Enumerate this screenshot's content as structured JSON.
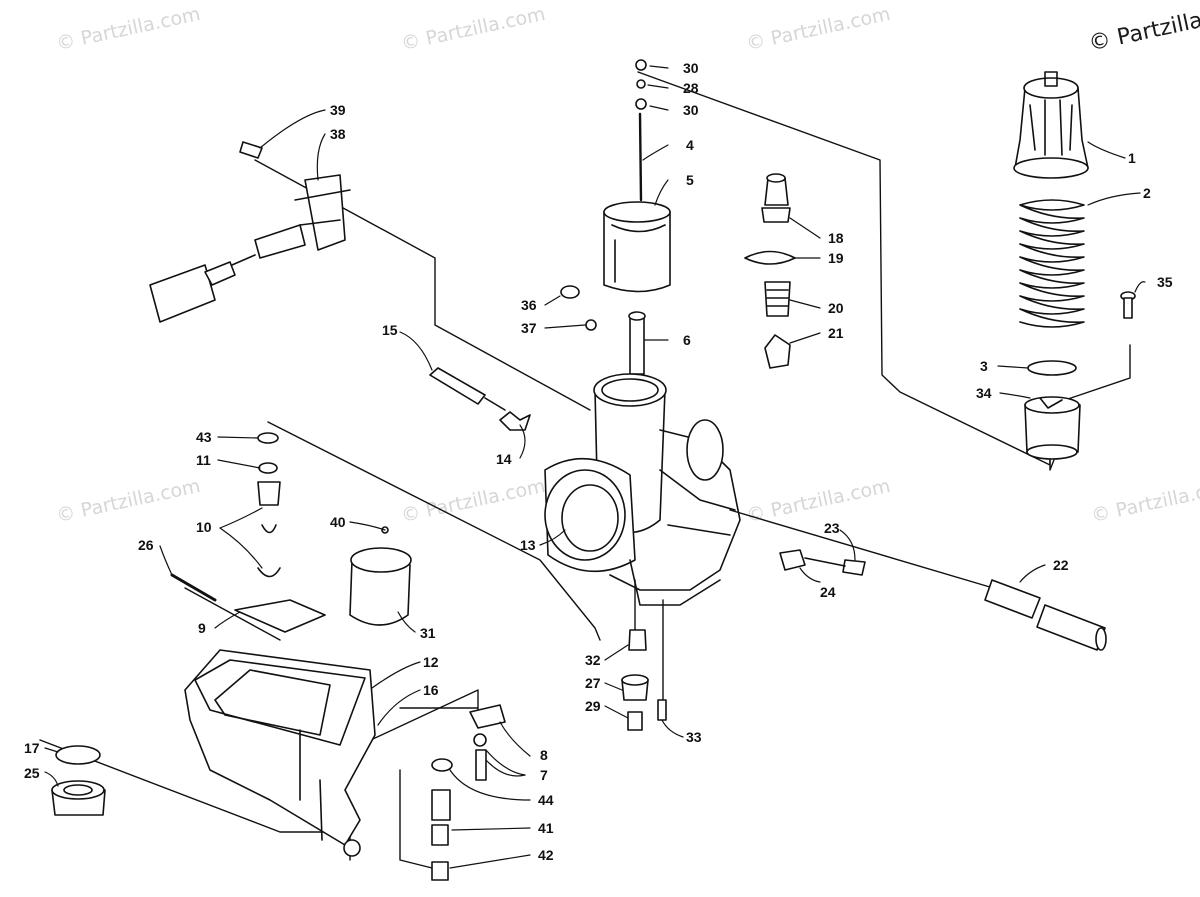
{
  "copyright": "© Partzilla",
  "watermark": "© Partzilla.com",
  "colors": {
    "ink": "#111111",
    "watermark": "#d6d6d6",
    "background": "#ffffff"
  },
  "callouts": [
    "1",
    "2",
    "3",
    "4",
    "5",
    "6",
    "7",
    "8",
    "9",
    "10",
    "11",
    "12",
    "13",
    "14",
    "15",
    "16",
    "17",
    "18",
    "19",
    "20",
    "21",
    "22",
    "23",
    "24",
    "25",
    "26",
    "27",
    "28",
    "29",
    "30",
    "30",
    "31",
    "32",
    "33",
    "34",
    "35",
    "36",
    "37",
    "38",
    "39",
    "40",
    "41",
    "42",
    "43",
    "44"
  ]
}
